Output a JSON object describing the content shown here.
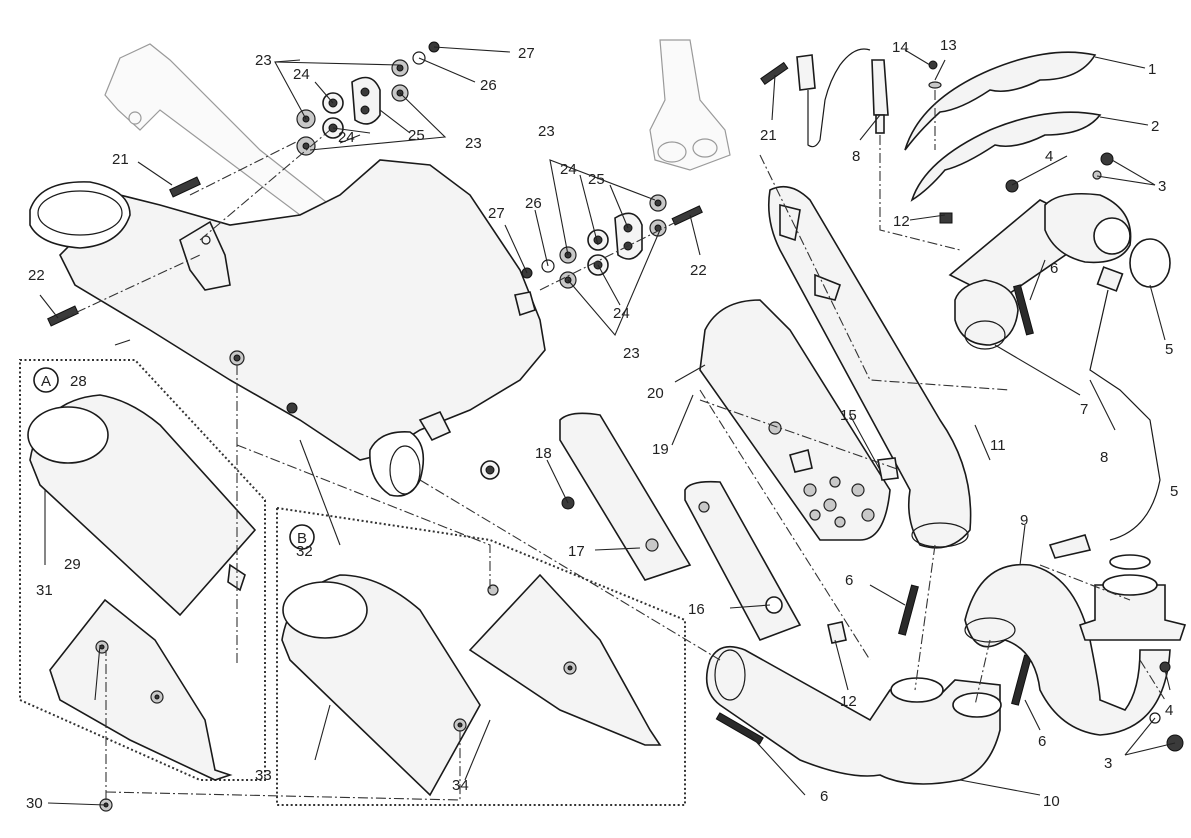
{
  "diagram": {
    "title": "Exhaust system exploded parts diagram",
    "variants": [
      {
        "key": "A",
        "label": "A"
      },
      {
        "key": "B",
        "label": "B"
      }
    ],
    "callouts": {
      "c1": "1",
      "c2": "2",
      "c3a": "3",
      "c3b": "3",
      "c4a": "4",
      "c4b": "4",
      "c5a": "5",
      "c5b": "5",
      "c6a": "6",
      "c6b": "6",
      "c6c": "6",
      "c6d": "6",
      "c7": "7",
      "c8a": "8",
      "c8b": "8",
      "c9": "9",
      "c10": "10",
      "c11": "11",
      "c12a": "12",
      "c12b": "12",
      "c13": "13",
      "c14": "14",
      "c15": "15",
      "c16": "16",
      "c17": "17",
      "c18": "18",
      "c19": "19",
      "c20": "20",
      "c21a": "21",
      "c21b": "21",
      "c22a": "22",
      "c22b": "22",
      "c23a": "23",
      "c23b": "23",
      "c23c": "23",
      "c23d": "23",
      "c24a": "24",
      "c24b": "24",
      "c24c": "24",
      "c24d": "24",
      "c25a": "25",
      "c25b": "25",
      "c26a": "26",
      "c26b": "26",
      "c27a": "27",
      "c27b": "27",
      "c28": "28",
      "c29": "29",
      "c30": "30",
      "c31": "31",
      "c32": "32",
      "c33": "33",
      "c34": "34"
    }
  }
}
